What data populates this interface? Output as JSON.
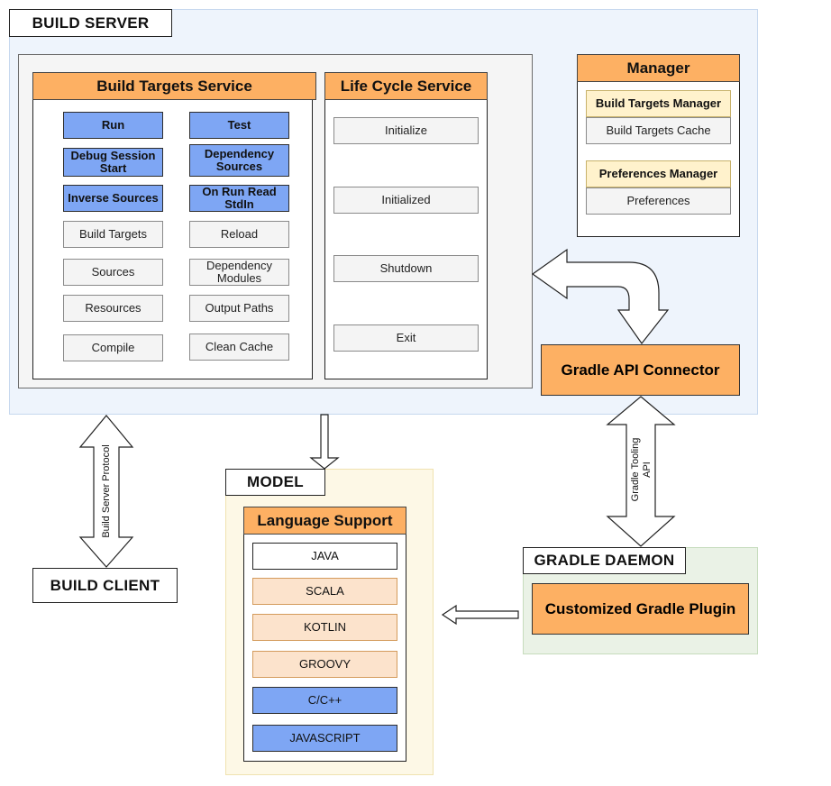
{
  "build_server": {
    "title": "BUILD SERVER",
    "build_targets_service": {
      "title": "Build Targets Service",
      "buttons": [
        "Run",
        "Test",
        "Debug Session Start",
        "Dependency Sources",
        "Inverse Sources",
        "On Run Read StdIn",
        "Build Targets",
        "Reload",
        "Sources",
        "Dependency Modules",
        "Resources",
        "Output Paths",
        "Compile",
        "Clean Cache"
      ]
    },
    "life_cycle_service": {
      "title": "Life Cycle Service",
      "items": [
        "Initialize",
        "Initialized",
        "Shutdown",
        "Exit"
      ]
    },
    "manager": {
      "title": "Manager",
      "items": [
        "Build Targets Manager",
        "Build Targets Cache",
        "Preferences Manager",
        "Preferences"
      ]
    },
    "gradle_api_connector": "Gradle API Connector"
  },
  "build_client": {
    "title": "BUILD CLIENT"
  },
  "build_server_protocol_label": "Build Server Protocol",
  "gradle_tooling_api_label": [
    "Gradle Tooling",
    "API"
  ],
  "model": {
    "title": "MODEL",
    "language_support": {
      "title": "Language Support",
      "languages": [
        "JAVA",
        "SCALA",
        "KOTLIN",
        "GROOVY",
        "C/C++",
        "JAVASCRIPT"
      ]
    }
  },
  "gradle_daemon": {
    "title": "GRADLE DAEMON",
    "plugin": "Customized Gradle Plugin"
  },
  "colors": {
    "orange": "#fdb063",
    "blue": "#7ea6f4",
    "cream": "#fff2cc",
    "peach": "#fce3cc",
    "region_blue": "#eef4fc",
    "region_yellow": "#fdf8e6",
    "region_green": "#eaf2e6"
  }
}
